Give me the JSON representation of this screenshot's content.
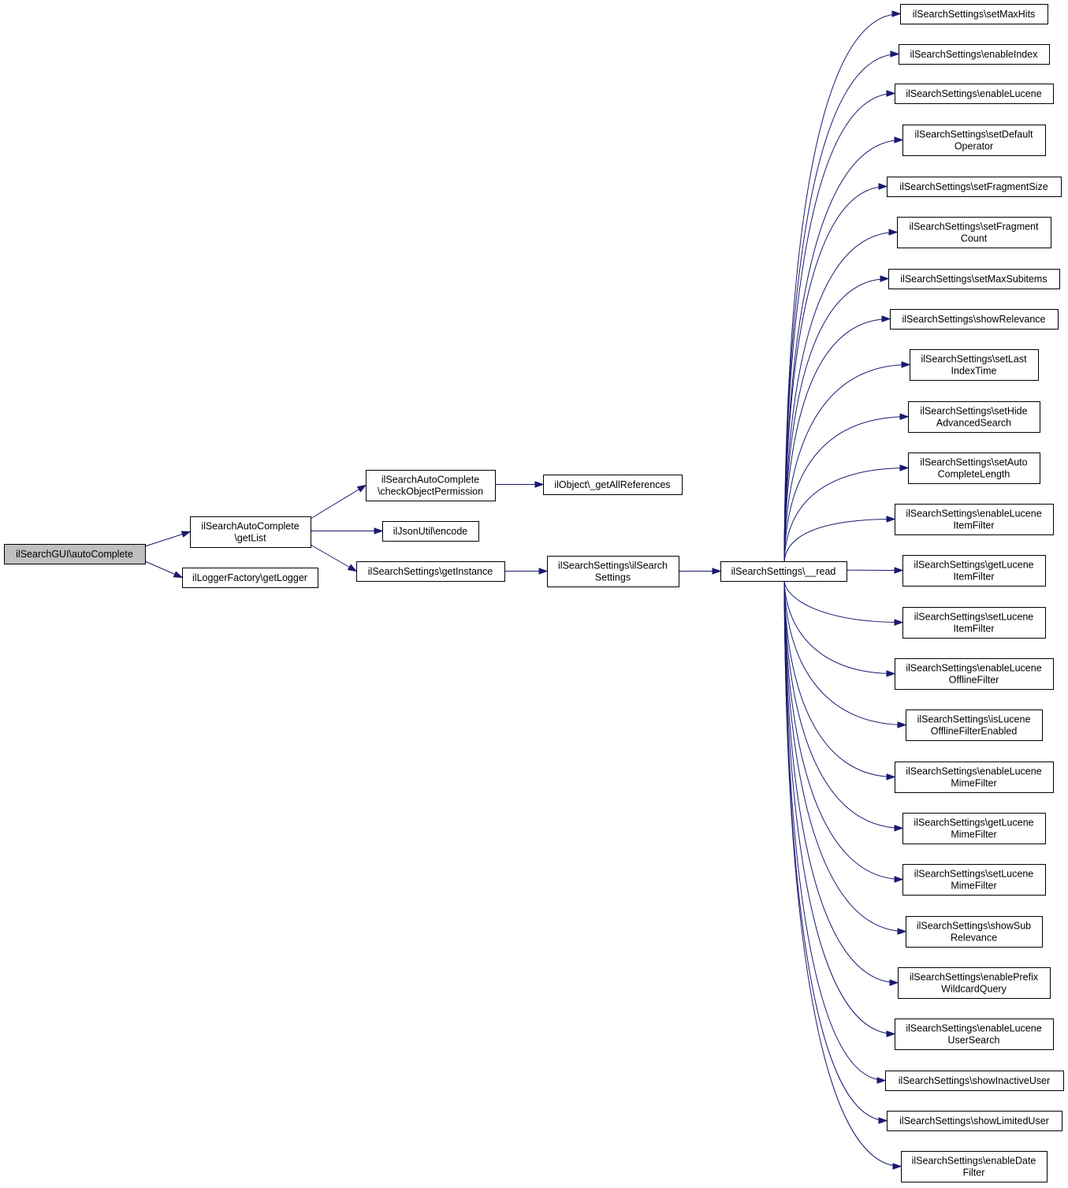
{
  "nodes": [
    {
      "id": "root",
      "lines": [
        "ilSearchGUI\\autoComplete"
      ],
      "current": true
    },
    {
      "id": "getList",
      "lines": [
        "ilSearchAutoComplete",
        "\\getList"
      ]
    },
    {
      "id": "getLogger",
      "lines": [
        "ilLoggerFactory\\getLogger"
      ]
    },
    {
      "id": "checkPerm",
      "lines": [
        "ilSearchAutoComplete",
        "\\checkObjectPermission"
      ]
    },
    {
      "id": "encode",
      "lines": [
        "ilJsonUtil\\encode"
      ]
    },
    {
      "id": "getInstance",
      "lines": [
        "ilSearchSettings\\getInstance"
      ]
    },
    {
      "id": "getAllRefs",
      "lines": [
        "ilObject\\_getAllReferences"
      ]
    },
    {
      "id": "ctor",
      "lines": [
        "ilSearchSettings\\ilSearch",
        "Settings"
      ]
    },
    {
      "id": "read",
      "lines": [
        "ilSearchSettings\\__read"
      ]
    },
    {
      "id": "t0",
      "lines": [
        "ilSearchSettings\\setMaxHits"
      ]
    },
    {
      "id": "t1",
      "lines": [
        "ilSearchSettings\\enableIndex"
      ]
    },
    {
      "id": "t2",
      "lines": [
        "ilSearchSettings\\enableLucene"
      ]
    },
    {
      "id": "t3",
      "lines": [
        "ilSearchSettings\\setDefault",
        "Operator"
      ]
    },
    {
      "id": "t4",
      "lines": [
        "ilSearchSettings\\setFragmentSize"
      ]
    },
    {
      "id": "t5",
      "lines": [
        "ilSearchSettings\\setFragment",
        "Count"
      ]
    },
    {
      "id": "t6",
      "lines": [
        "ilSearchSettings\\setMaxSubitems"
      ]
    },
    {
      "id": "t7",
      "lines": [
        "ilSearchSettings\\showRelevance"
      ]
    },
    {
      "id": "t8",
      "lines": [
        "ilSearchSettings\\setLast",
        "IndexTime"
      ]
    },
    {
      "id": "t9",
      "lines": [
        "ilSearchSettings\\setHide",
        "AdvancedSearch"
      ]
    },
    {
      "id": "t10",
      "lines": [
        "ilSearchSettings\\setAuto",
        "CompleteLength"
      ]
    },
    {
      "id": "t11",
      "lines": [
        "ilSearchSettings\\enableLucene",
        "ItemFilter"
      ]
    },
    {
      "id": "t12",
      "lines": [
        "ilSearchSettings\\getLucene",
        "ItemFilter"
      ]
    },
    {
      "id": "t13",
      "lines": [
        "ilSearchSettings\\setLucene",
        "ItemFilter"
      ]
    },
    {
      "id": "t14",
      "lines": [
        "ilSearchSettings\\enableLucene",
        "OfflineFilter"
      ]
    },
    {
      "id": "t15",
      "lines": [
        "ilSearchSettings\\isLucene",
        "OfflineFilterEnabled"
      ]
    },
    {
      "id": "t16",
      "lines": [
        "ilSearchSettings\\enableLucene",
        "MimeFilter"
      ]
    },
    {
      "id": "t17",
      "lines": [
        "ilSearchSettings\\getLucene",
        "MimeFilter"
      ]
    },
    {
      "id": "t18",
      "lines": [
        "ilSearchSettings\\setLucene",
        "MimeFilter"
      ]
    },
    {
      "id": "t19",
      "lines": [
        "ilSearchSettings\\showSub",
        "Relevance"
      ]
    },
    {
      "id": "t20",
      "lines": [
        "ilSearchSettings\\enablePrefix",
        "WildcardQuery"
      ]
    },
    {
      "id": "t21",
      "lines": [
        "ilSearchSettings\\enableLucene",
        "UserSearch"
      ]
    },
    {
      "id": "t22",
      "lines": [
        "ilSearchSettings\\showInactiveUser"
      ]
    },
    {
      "id": "t23",
      "lines": [
        "ilSearchSettings\\showLimitedUser"
      ]
    },
    {
      "id": "t24",
      "lines": [
        "ilSearchSettings\\enableDate",
        "Filter"
      ]
    }
  ],
  "edges": [
    [
      "root",
      "getList"
    ],
    [
      "root",
      "getLogger"
    ],
    [
      "getList",
      "checkPerm"
    ],
    [
      "getList",
      "encode"
    ],
    [
      "getList",
      "getInstance"
    ],
    [
      "checkPerm",
      "getAllRefs"
    ],
    [
      "getInstance",
      "ctor"
    ],
    [
      "ctor",
      "read"
    ],
    [
      "read",
      "t0"
    ],
    [
      "read",
      "t1"
    ],
    [
      "read",
      "t2"
    ],
    [
      "read",
      "t3"
    ],
    [
      "read",
      "t4"
    ],
    [
      "read",
      "t5"
    ],
    [
      "read",
      "t6"
    ],
    [
      "read",
      "t7"
    ],
    [
      "read",
      "t8"
    ],
    [
      "read",
      "t9"
    ],
    [
      "read",
      "t10"
    ],
    [
      "read",
      "t11"
    ],
    [
      "read",
      "t12"
    ],
    [
      "read",
      "t13"
    ],
    [
      "read",
      "t14"
    ],
    [
      "read",
      "t15"
    ],
    [
      "read",
      "t16"
    ],
    [
      "read",
      "t17"
    ],
    [
      "read",
      "t18"
    ],
    [
      "read",
      "t19"
    ],
    [
      "read",
      "t20"
    ],
    [
      "read",
      "t21"
    ],
    [
      "read",
      "t22"
    ],
    [
      "read",
      "t23"
    ],
    [
      "read",
      "t24"
    ]
  ],
  "colors": {
    "edge": "#191970",
    "current_fill": "#bfbfbf",
    "node_fill": "#ffffff",
    "border": "#000000"
  }
}
